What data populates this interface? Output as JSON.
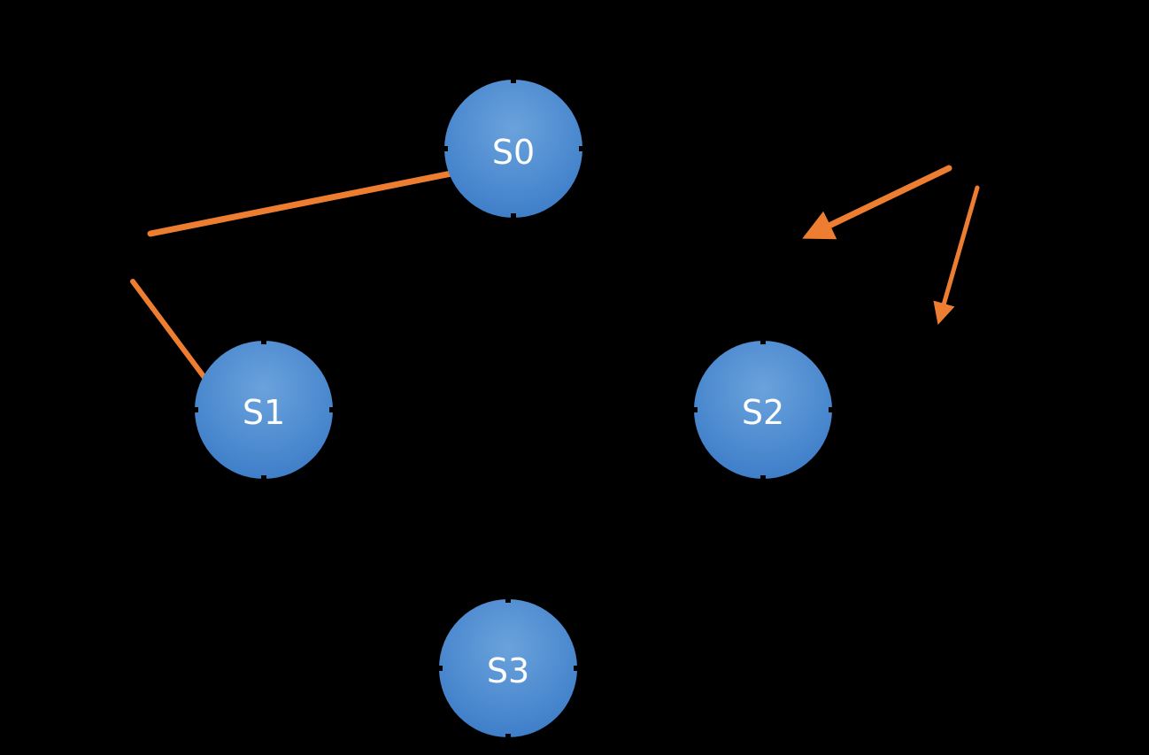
{
  "colors": {
    "background": "#000000",
    "node_fill_top": "#6aa2dc",
    "node_fill_bottom": "#3f7fc9",
    "arrow": "#ed7d31",
    "label": "#ffffff"
  },
  "nodes": [
    {
      "id": "s0",
      "label": "S0"
    },
    {
      "id": "s1",
      "label": "S1"
    },
    {
      "id": "s2",
      "label": "S2"
    },
    {
      "id": "s3",
      "label": "S3"
    }
  ],
  "arrows": [
    {
      "id": "arrow-to-s0"
    },
    {
      "id": "arrow-to-s1"
    },
    {
      "id": "arrow-top-right-left"
    },
    {
      "id": "arrow-top-right-down"
    }
  ]
}
